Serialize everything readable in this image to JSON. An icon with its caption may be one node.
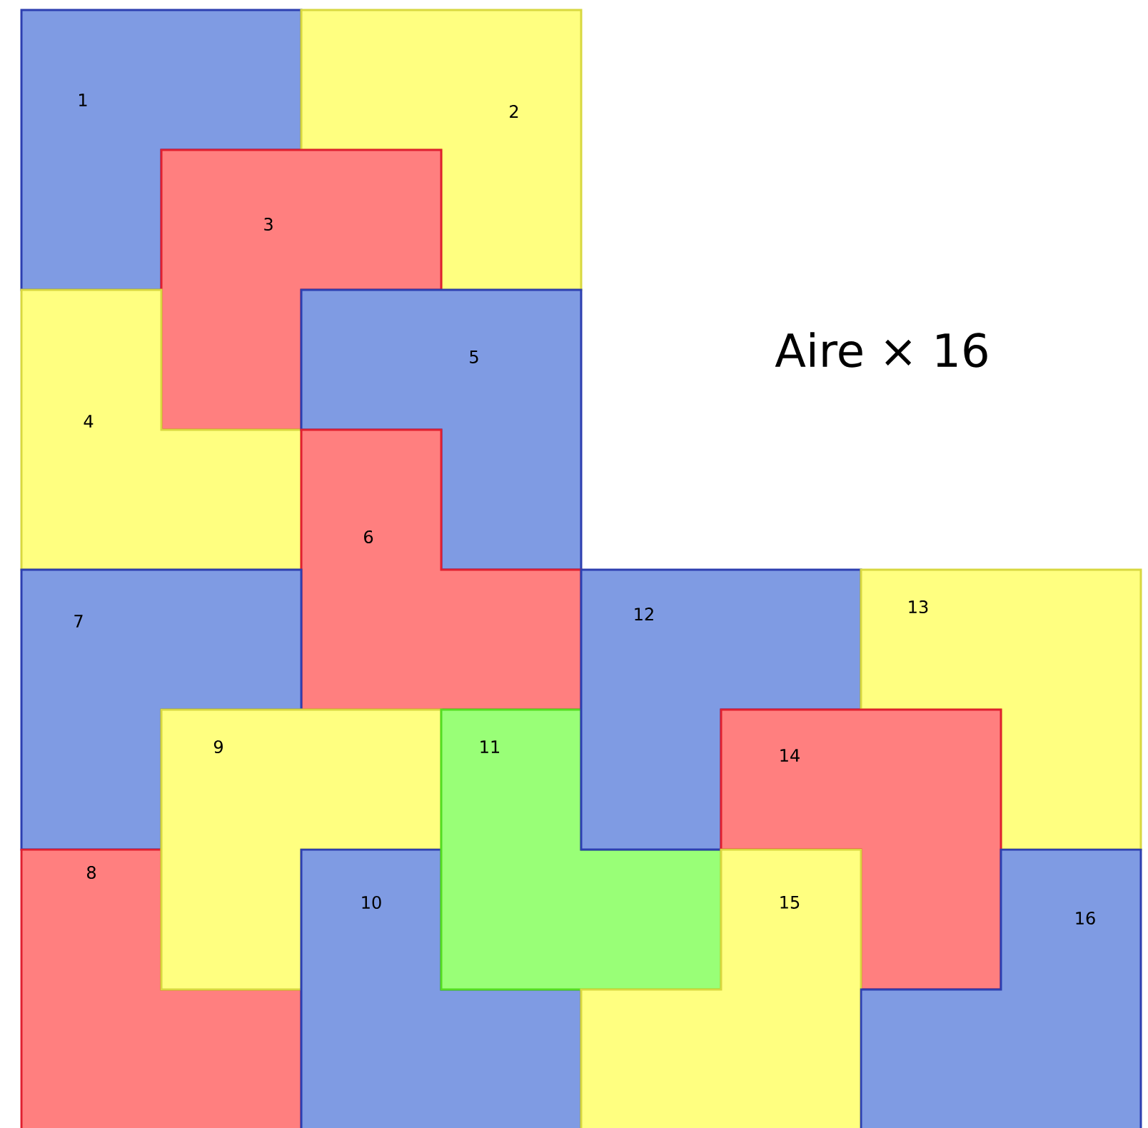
{
  "diagram": {
    "nodes": [
      {
        "text": [
          "1"
        ]
      },
      {
        "text": [
          "2"
        ]
      },
      {
        "text": [
          "3"
        ]
      },
      {
        "text": [
          "4"
        ]
      },
      {
        "text": [
          "5"
        ]
      },
      {
        "text": [
          "6"
        ]
      },
      {
        "text": [
          "7"
        ]
      },
      {
        "text": [
          "8"
        ]
      },
      {
        "text": [
          "9"
        ]
      },
      {
        "text": [
          "10"
        ]
      },
      {
        "text": [
          "11"
        ]
      },
      {
        "text": [
          "12"
        ]
      },
      {
        "text": [
          "13"
        ]
      },
      {
        "text": [
          "14"
        ]
      },
      {
        "text": [
          "15"
        ]
      },
      {
        "text": [
          "16"
        ]
      }
    ],
    "labels": [
      "Aire × 16"
    ]
  }
}
